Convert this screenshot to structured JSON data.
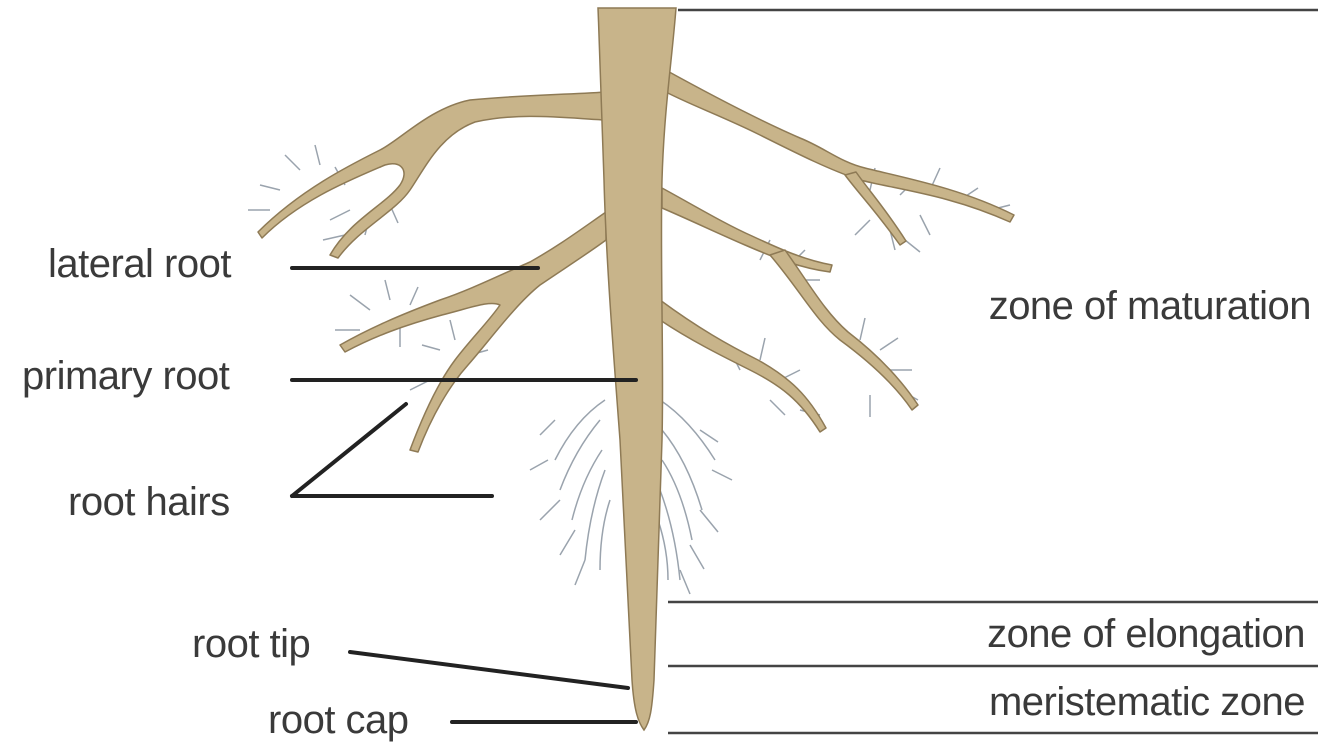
{
  "labels": {
    "lateral_root": "lateral root",
    "primary_root": "primary root",
    "root_hairs": "root hairs",
    "root_tip": "root tip",
    "root_cap": "root cap"
  },
  "zones": {
    "maturation": "zone of maturation",
    "elongation": "zone of elongation",
    "meristematic": "meristematic zone"
  },
  "colors": {
    "root_fill": "#c8b48a",
    "root_outline": "#8e7a55",
    "root_hair": "#9aa3ad",
    "leader_line": "#222222",
    "zone_line": "#444444",
    "text": "#3a3a3a"
  }
}
